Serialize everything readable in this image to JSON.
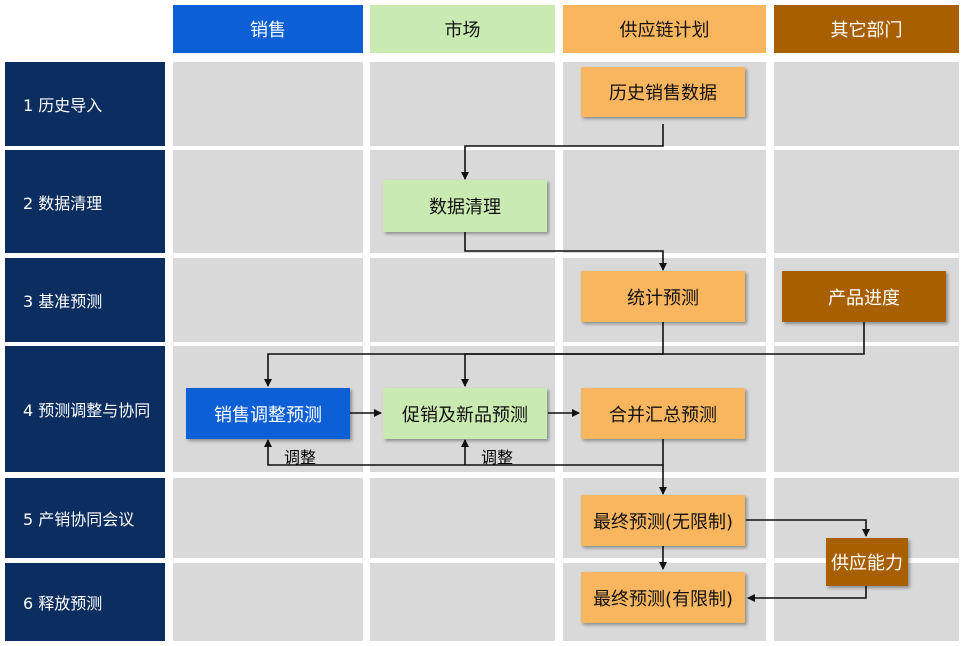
{
  "columns": [
    {
      "label": "销售",
      "bg": "#0d5fd6",
      "color": "#ffffff"
    },
    {
      "label": "市场",
      "bg": "#c9eab0",
      "color": "#111111"
    },
    {
      "label": "供应链计划",
      "bg": "#f9b65f",
      "color": "#111111"
    },
    {
      "label": "其它部门",
      "bg": "#a85f00",
      "color": "#ffffff"
    }
  ],
  "rows": [
    {
      "label": "1 历史导入"
    },
    {
      "label": "2 数据清理"
    },
    {
      "label": "3 基准预测"
    },
    {
      "label": "4 预测调整与协同"
    },
    {
      "label": "5 产销协同会议"
    },
    {
      "label": "6 释放预测"
    }
  ],
  "nodes": {
    "history_sales": {
      "label": "历史销售数据",
      "bg": "#f9b65f",
      "color": "#111111"
    },
    "data_cleaning": {
      "label": "数据清理",
      "bg": "#c9eab0",
      "color": "#111111"
    },
    "stat_forecast": {
      "label": "统计预测",
      "bg": "#f9b65f",
      "color": "#111111"
    },
    "product_progress": {
      "label": "产品进度",
      "bg": "#a85f00",
      "color": "#ffffff"
    },
    "sales_adjust": {
      "label": "销售调整预测",
      "bg": "#0d5fd6",
      "color": "#ffffff"
    },
    "promo_new": {
      "label": "促销及新品预测",
      "bg": "#c9eab0",
      "color": "#111111"
    },
    "merged": {
      "label": "合并汇总预测",
      "bg": "#f9b65f",
      "color": "#111111"
    },
    "final_unlimited": {
      "label": "最终预测(无限制)",
      "bg": "#f9b65f",
      "color": "#111111"
    },
    "supply_capacity": {
      "label": "供应能力",
      "bg": "#a85f00",
      "color": "#ffffff"
    },
    "final_limited": {
      "label": "最终预测(有限制)",
      "bg": "#f9b65f",
      "color": "#111111"
    }
  },
  "annotations": {
    "adjust_sales": "调整",
    "adjust_market": "调整"
  }
}
